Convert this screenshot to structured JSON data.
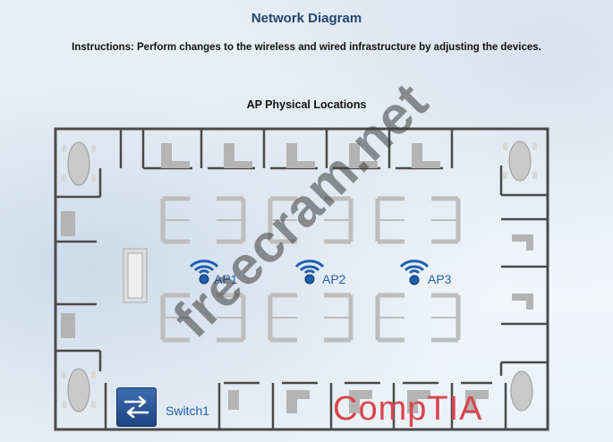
{
  "header": {
    "title": "Network Diagram",
    "instructions": "Instructions: Perform changes to the wireless and wired infrastructure by adjusting the devices."
  },
  "floorplan": {
    "title": "AP Physical Locations",
    "access_points": [
      {
        "label": "AP1"
      },
      {
        "label": "AP2"
      },
      {
        "label": "AP3"
      }
    ],
    "switch": {
      "label": "Switch1"
    }
  },
  "watermark": "freecram.net",
  "logo": "CompTIA",
  "colors": {
    "title": "#24466e",
    "device_label": "#1f5fb0",
    "logo": "#d9454e",
    "wall": "#4a4a4a",
    "furniture": "#b4b4b4"
  },
  "icons": {
    "access_point": "wifi-signal-icon",
    "switch": "network-switch-icon"
  }
}
